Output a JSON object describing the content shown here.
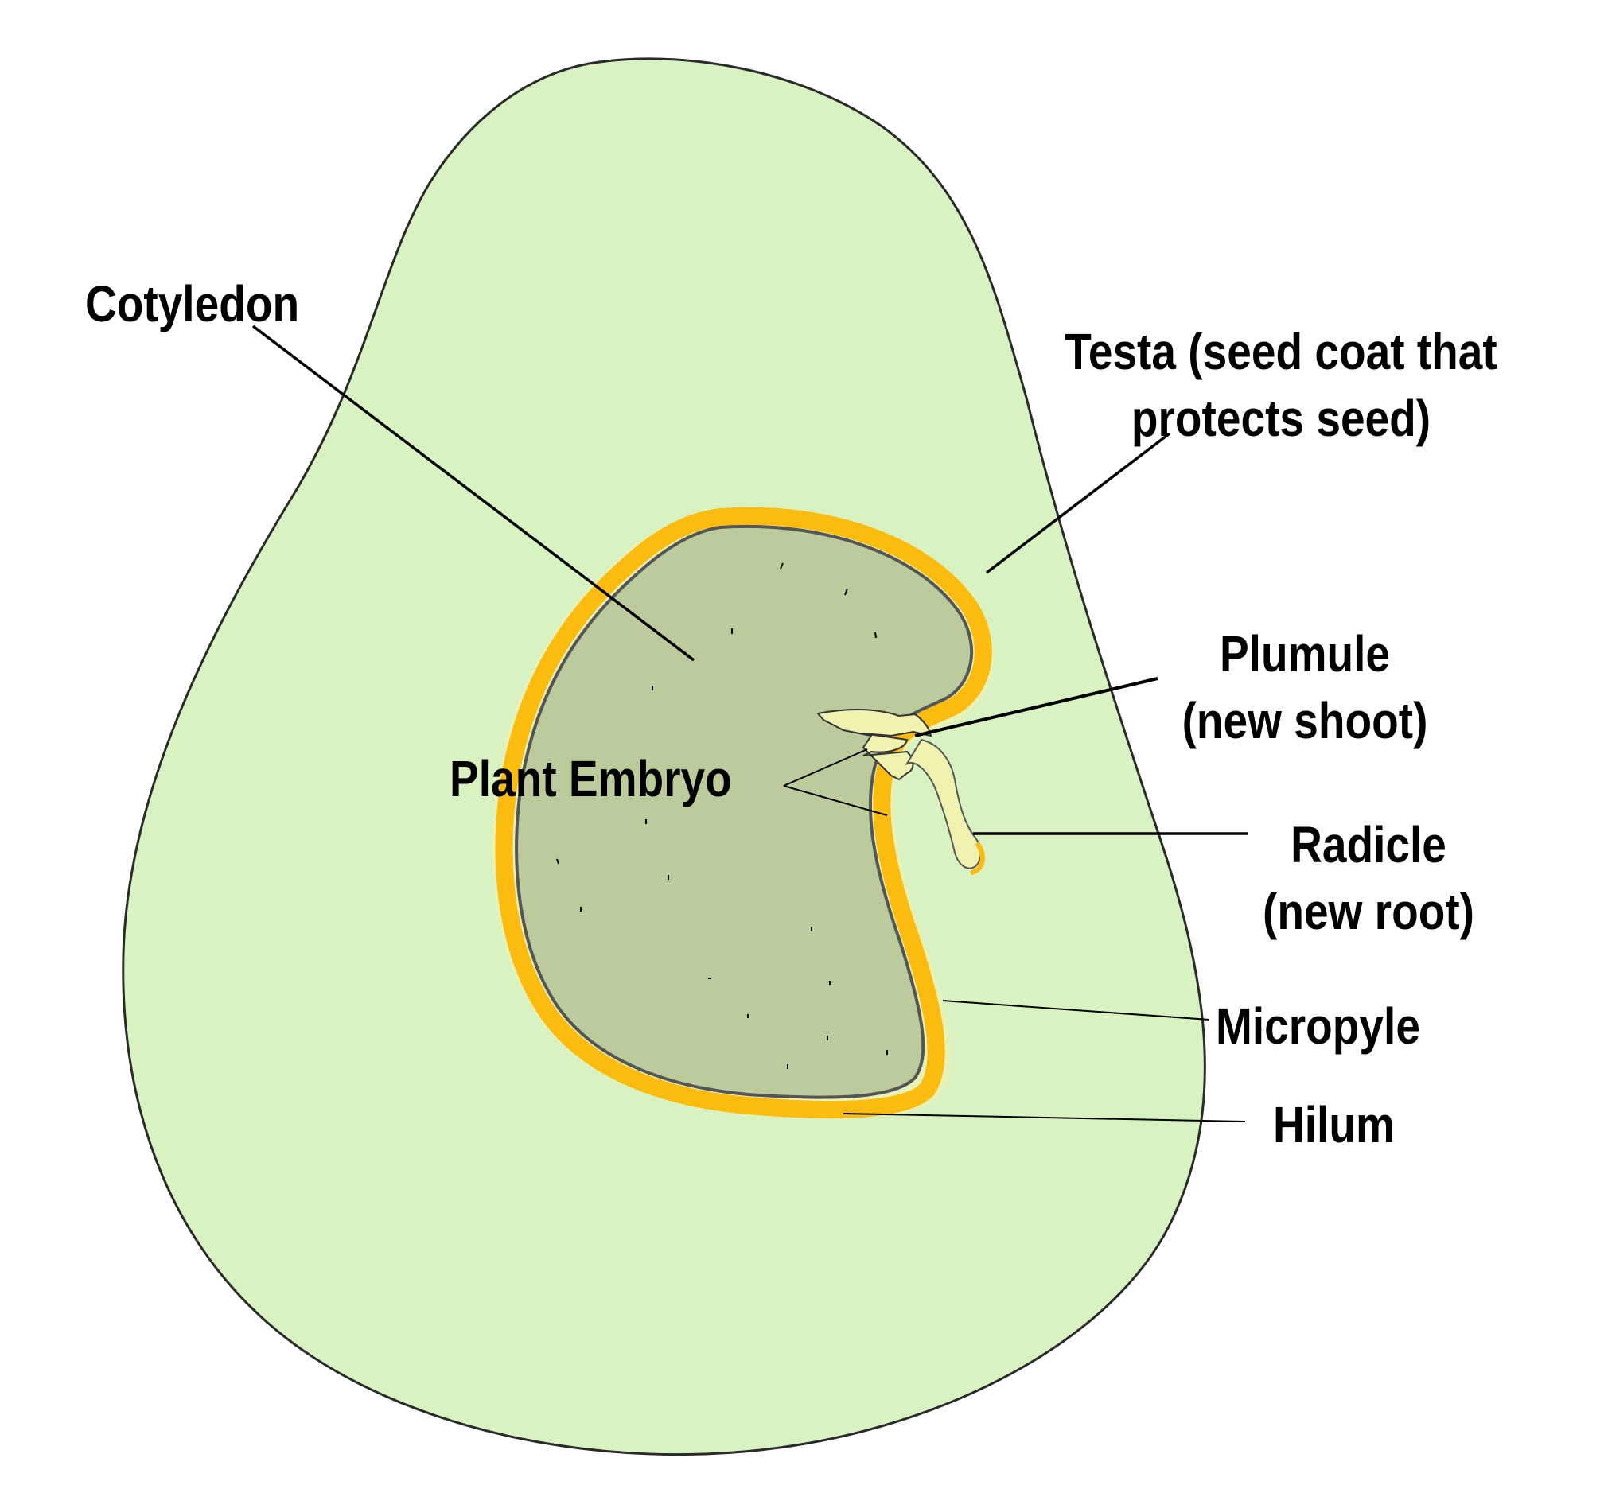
{
  "labels": {
    "cotyledon": "Cotyledon",
    "testa_line1": "Testa (seed coat that",
    "testa_line2": "protects seed)",
    "plumule_line1": "Plumule",
    "plumule_line2": "(new shoot)",
    "plant_embryo": "Plant Embryo",
    "radicle_line1": "Radicle",
    "radicle_line2": "(new root)",
    "micropyle": "Micropyle",
    "hilum": "Hilum"
  },
  "colors": {
    "seed_fill": "#d9f2c2",
    "cotyledon_fill": "#bccb9c",
    "testa_ring": "#fbbb0f",
    "embryo_fill": "#f0f2b0",
    "outline": "#2a2a2a",
    "leader_line": "#000000"
  }
}
